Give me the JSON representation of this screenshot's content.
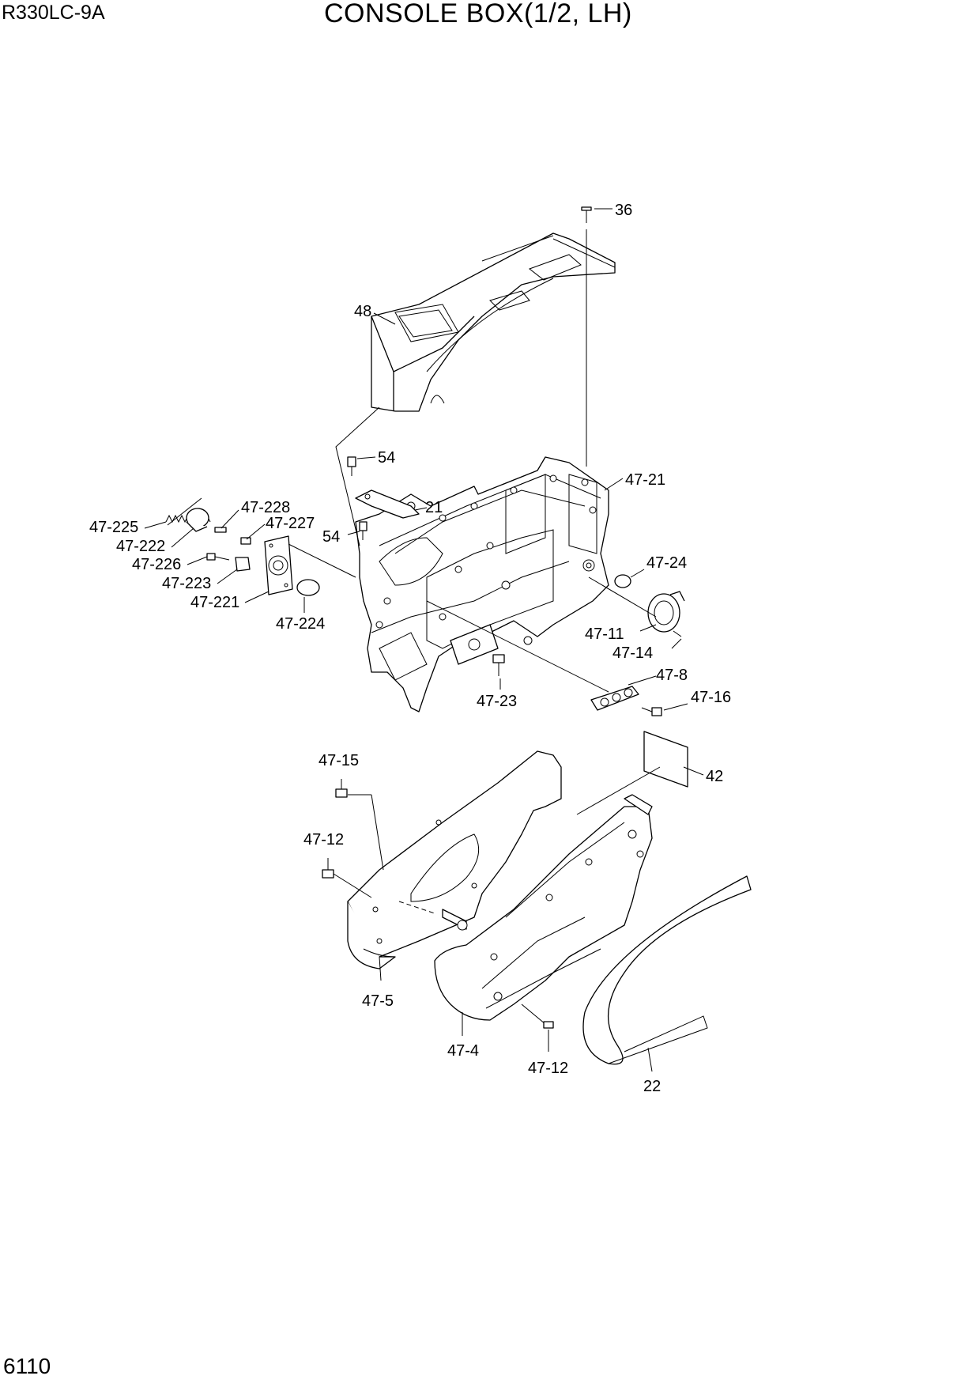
{
  "header": {
    "model": "R330LC-9A",
    "title": "CONSOLE BOX(1/2, LH)"
  },
  "footer": {
    "page_number": "6110"
  },
  "callouts": {
    "p36": "36",
    "p48": "48",
    "p54a": "54",
    "p47_21": "47-21",
    "p21": "21",
    "p47_228": "47-228",
    "p47_225": "47-225",
    "p47_227": "47-227",
    "p47_222": "47-222",
    "p54b": "54",
    "p47_226": "47-226",
    "p47_223": "47-223",
    "p47_221": "47-221",
    "p47_224": "47-224",
    "p47_24": "47-24",
    "p47_11": "47-11",
    "p47_14": "47-14",
    "p47_8": "47-8",
    "p47_23": "47-23",
    "p47_16": "47-16",
    "p47_15": "47-15",
    "p42": "42",
    "p47_12a": "47-12",
    "p47_5": "47-5",
    "p47_4": "47-4",
    "p47_12b": "47-12",
    "p22": "22"
  }
}
